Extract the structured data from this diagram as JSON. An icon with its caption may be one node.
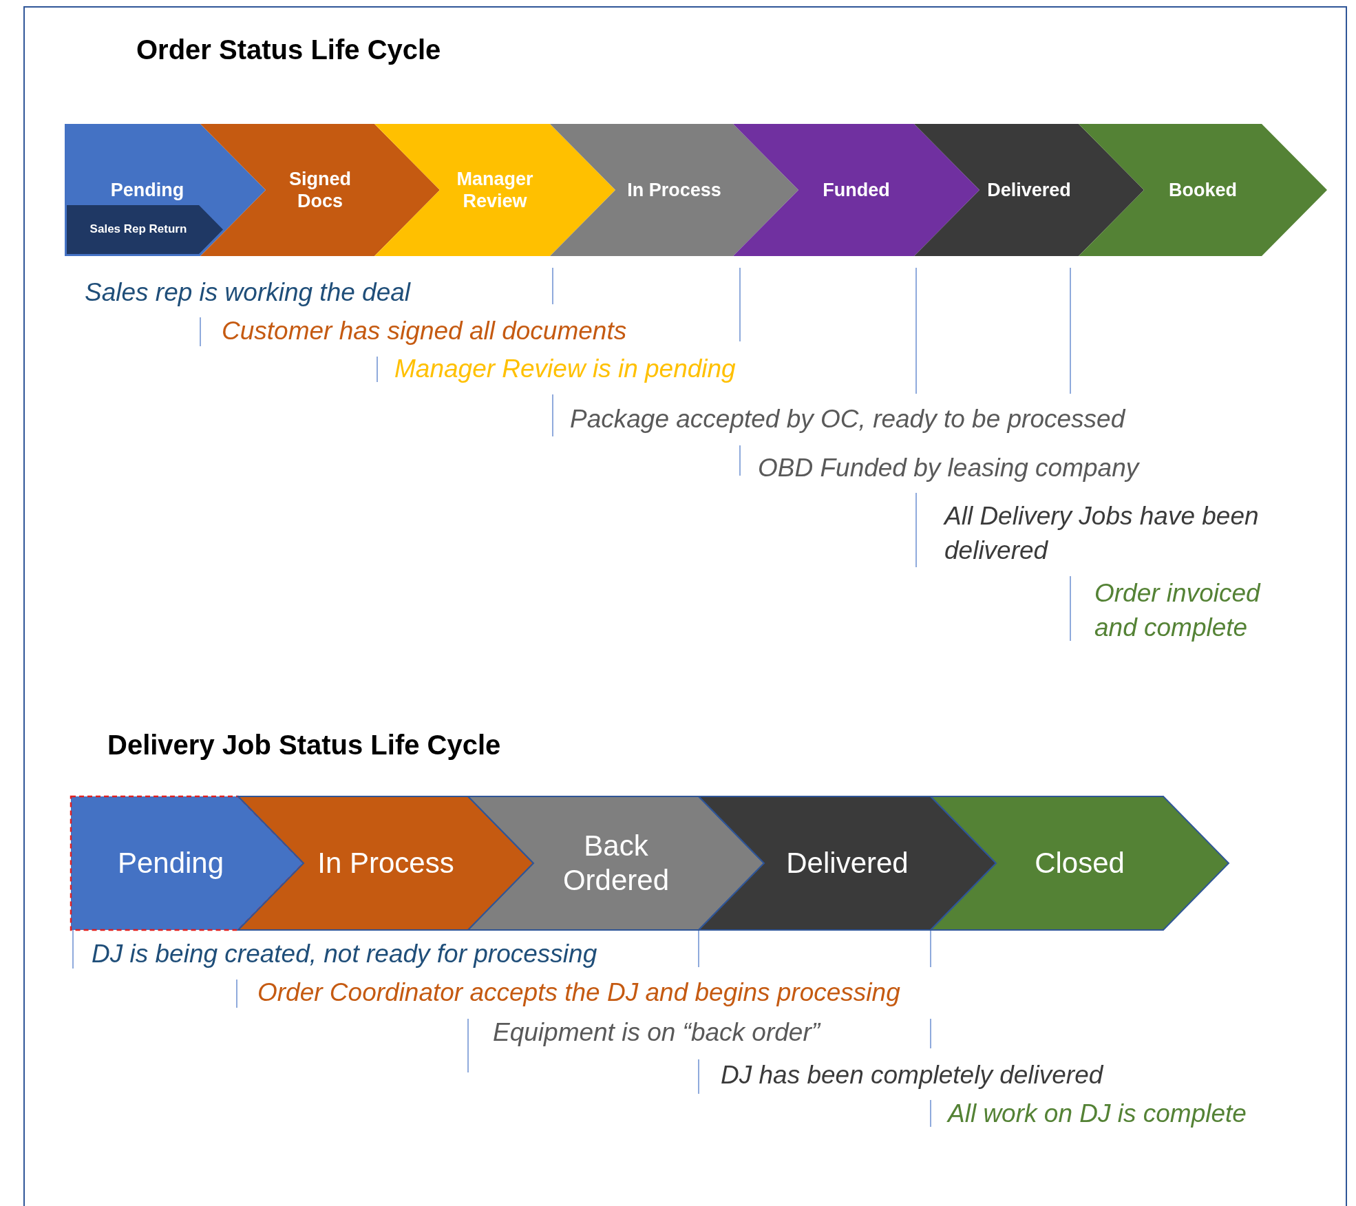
{
  "diagram": {
    "nodes": [
      {
        "text": [
          "Pending"
        ]
      },
      {
        "text": [
          "Sales Rep Return"
        ],
        "in": 0
      },
      {
        "text": [
          "Signed Docs"
        ]
      },
      {
        "text": [
          "Manager Review"
        ]
      },
      {
        "text": [
          "In Process"
        ]
      },
      {
        "text": [
          "Funded"
        ]
      },
      {
        "text": [
          "Delivered"
        ]
      },
      {
        "text": [
          "Booked"
        ]
      },
      {
        "text": [
          "Pending"
        ]
      },
      {
        "text": [
          "In Process"
        ]
      },
      {
        "text": [
          "Back Ordered"
        ]
      },
      {
        "text": [
          "Delivered"
        ]
      },
      {
        "text": [
          "Closed"
        ]
      }
    ],
    "labels": [
      "Order Status Life Cycle",
      "Sales rep is working the deal",
      "Customer has signed all documents",
      "Manager Review is in pending",
      "Package accepted by OC, ready to be processed",
      "OBD Funded by leasing company",
      "All Delivery Jobs have been delivered",
      "Order invoiced and complete",
      "Delivery Job Status Life Cycle",
      "DJ is being created, not ready for processing",
      "Order Coordinator accepts the DJ and begins processing",
      "Equipment is on “back order”",
      "DJ has been completely delivered",
      "All work on DJ is complete"
    ]
  }
}
